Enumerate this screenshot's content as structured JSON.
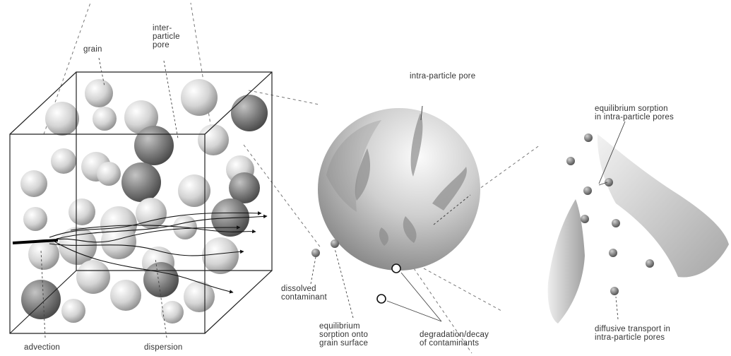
{
  "labels": {
    "grain": "grain",
    "inter_particle_pore": "inter-\nparticle\npore",
    "intra_particle_pore": "intra-particle pore",
    "equilibrium_sorption_intra": "equilibrium sorption\nin intra-particle pores",
    "dissolved_contaminant": "dissolved\ncontaminant",
    "equilibrium_sorption_grain": "equilibrium\nsorption onto\ngrain surface",
    "degradation_decay": "degradation/decay\nof contaminants",
    "diffusive_transport": "diffusive transport in\nintra-particle pores",
    "advection": "advection",
    "dispersion": "dispersion"
  }
}
